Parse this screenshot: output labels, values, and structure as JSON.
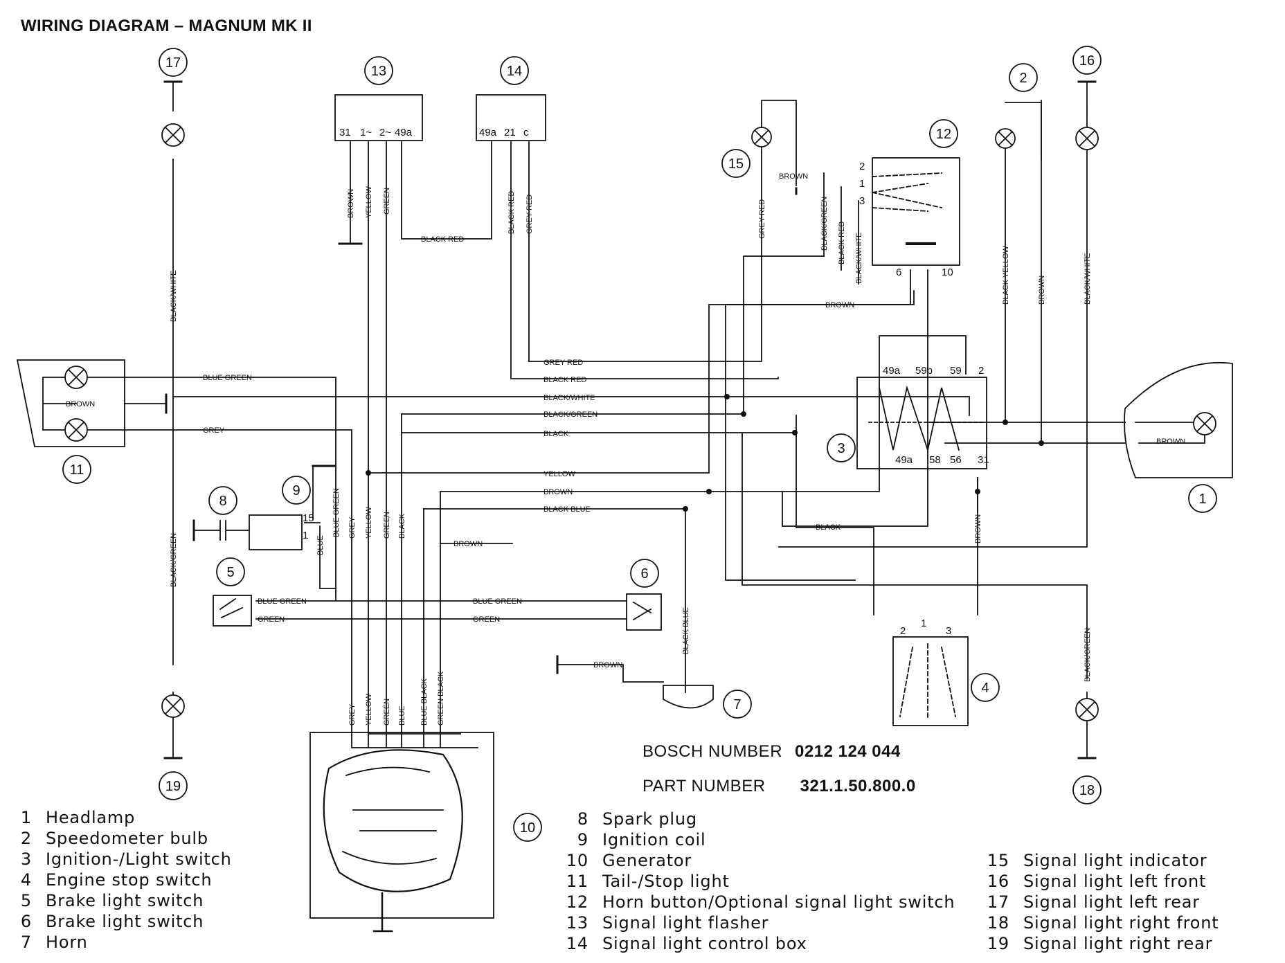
{
  "title": "WIRING DIAGRAM – MAGNUM MK II",
  "bosch": {
    "label": "BOSCH NUMBER",
    "value": "0212 124 044"
  },
  "part": {
    "label": "PART NUMBER",
    "value": "321.1.50.800.0"
  },
  "components": [
    {
      "n": "1",
      "name": "Headlamp"
    },
    {
      "n": "2",
      "name": "Speedometer bulb"
    },
    {
      "n": "3",
      "name": "Ignition-/Light switch"
    },
    {
      "n": "4",
      "name": "Engine stop switch"
    },
    {
      "n": "5",
      "name": "Brake light switch"
    },
    {
      "n": "6",
      "name": "Brake light switch"
    },
    {
      "n": "7",
      "name": "Horn"
    },
    {
      "n": "8",
      "name": "Spark plug"
    },
    {
      "n": "9",
      "name": "Ignition coil"
    },
    {
      "n": "10",
      "name": "Generator"
    },
    {
      "n": "11",
      "name": "Tail-/Stop light"
    },
    {
      "n": "12",
      "name": "Horn button/Optional signal light switch"
    },
    {
      "n": "13",
      "name": "Signal light flasher"
    },
    {
      "n": "14",
      "name": "Signal light control box"
    },
    {
      "n": "15",
      "name": "Signal light indicator"
    },
    {
      "n": "16",
      "name": "Signal light left front"
    },
    {
      "n": "17",
      "name": "Signal light left rear"
    },
    {
      "n": "18",
      "name": "Signal light right front"
    },
    {
      "n": "19",
      "name": "Signal light right rear"
    }
  ],
  "terminals": {
    "flasher": [
      "31",
      "1~",
      "2~",
      "49a"
    ],
    "control_box": [
      "49a",
      "21",
      "c"
    ],
    "switch_top": [
      "49a",
      "59b",
      "59",
      "2"
    ],
    "switch_bottom": [
      "49a",
      "58",
      "56",
      "31"
    ],
    "horn_button": [
      "2",
      "1",
      "3",
      "6",
      "10"
    ],
    "stop_switch": [
      "2",
      "1",
      "3"
    ],
    "coil": [
      "15",
      "1"
    ]
  },
  "wire_labels": {
    "blue_green": "BLUE GREEN",
    "brown": "BROWN",
    "grey": "GREY",
    "grey_red": "GREY RED",
    "black_red": "BLACK RED",
    "black_white": "BLACK/WHITE",
    "black_green": "BLACK/GREEN",
    "black": "BLACK",
    "yellow": "YELLOW",
    "black_blue": "BLACK BLUE",
    "green": "GREEN",
    "blue": "BLUE",
    "black_yellow": "BLACK YELLOW",
    "blue_black": "BLUE BLACK",
    "green_black": "GREEN BLACK"
  }
}
